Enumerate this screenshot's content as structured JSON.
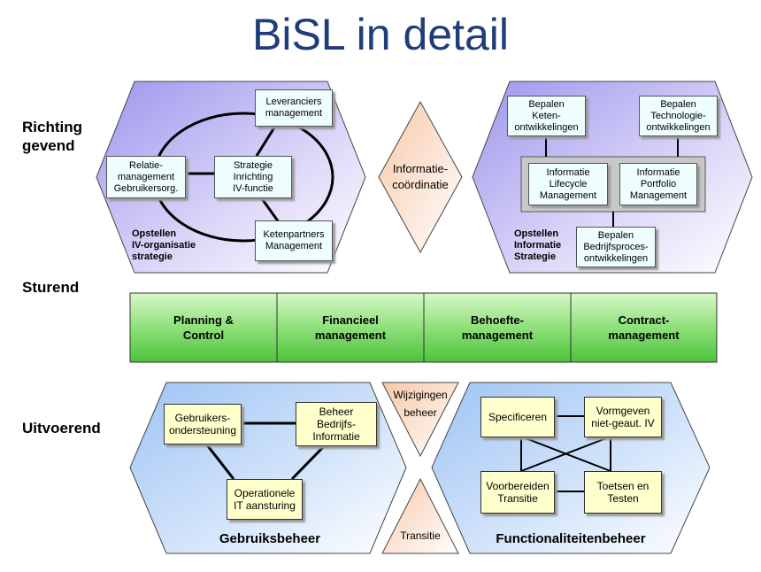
{
  "title": "BiSL in detail",
  "rows": {
    "richting": "Richting\ngevend",
    "sturend": "Sturend",
    "uitvoerend": "Uitvoerend"
  },
  "top_left": {
    "boxes": {
      "leveranciers": "Leveranciers\nmanagement",
      "strategie": "Strategie\nInrichting\nIV-functie",
      "relatie": "Relatie-\nmanagement\nGebruikersorg.",
      "ketenpartners": "Ketenpartners\nManagement"
    },
    "caption": "Opstellen\nIV-organisatie\nstrategie"
  },
  "top_mid": {
    "label": "Informatie-\ncoördinatie"
  },
  "top_right": {
    "boxes": {
      "keten": "Bepalen\nKeten-\nontwikkelingen",
      "technologie": "Bepalen\nTechnologie-\nontwikkelingen",
      "lifecycle": "Informatie\nLifecycle\nManagement",
      "portfolio": "Informatie\nPortfolio\nManagement",
      "bedrijfsproces": "Bepalen\nBedrijfsproces-\nontwikkelingen"
    },
    "caption": "Opstellen\nInformatie\nStrategie"
  },
  "sturend_cells": [
    "Planning &\nControl",
    "Financieel\nmanagement",
    "Behoefte-\nmanagement",
    "Contract-\nmanagement"
  ],
  "bottom_left": {
    "boxes": {
      "gebruikers": "Gebruikers-\nondersteuning",
      "beheer": "Beheer\nBedrijfs-\nInformatie",
      "operationele": "Operationele\nIT aansturing"
    },
    "title": "Gebruiksbeheer"
  },
  "bottom_mid": {
    "top": "Wijzigingen\nbeheer",
    "bottom": "Transitie"
  },
  "bottom_right": {
    "boxes": {
      "specificeren": "Specificeren",
      "vormgeven": "Vormgeven\nniet-geaut. IV",
      "voorbereiden": "Voorbereiden\nTransitie",
      "toetsen": "Toetsen en\nTesten"
    },
    "title": "Functionaliteitenbeheer"
  }
}
